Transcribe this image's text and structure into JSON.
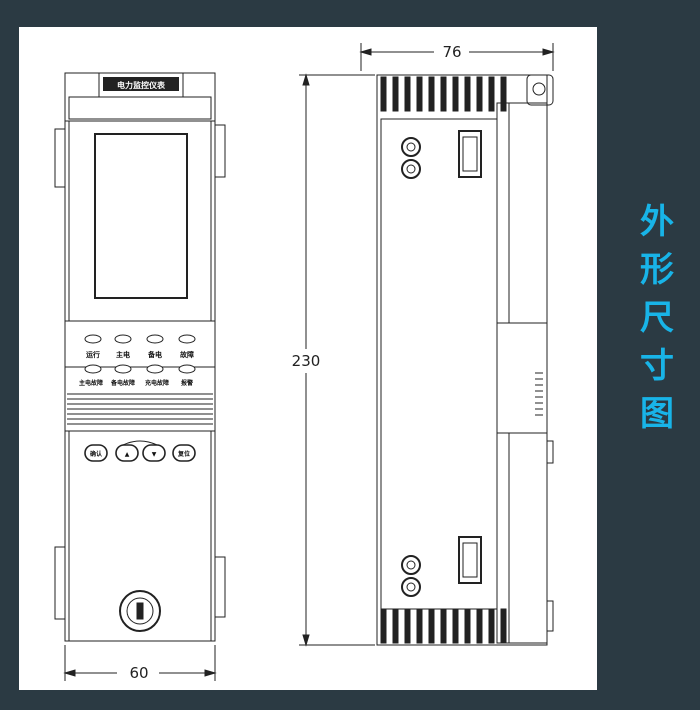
{
  "dimensions": {
    "front_width": "60",
    "side_depth": "76",
    "height": "230"
  },
  "logo_text": "电力监控仪表",
  "indicator_row1": [
    "运行",
    "主电",
    "备电",
    "故障"
  ],
  "indicator_row2": [
    "主电故障",
    "备电故障",
    "充电故障",
    "报警"
  ],
  "buttons": {
    "left": "确认",
    "up": "▲",
    "down": "▼",
    "right": "复位"
  },
  "title_chars": [
    "外",
    "形",
    "尺",
    "寸",
    "图"
  ],
  "colors": {
    "background": "#2b3a43",
    "sheet": "#ffffff",
    "title": "#18b4e8",
    "line": "#222222"
  }
}
